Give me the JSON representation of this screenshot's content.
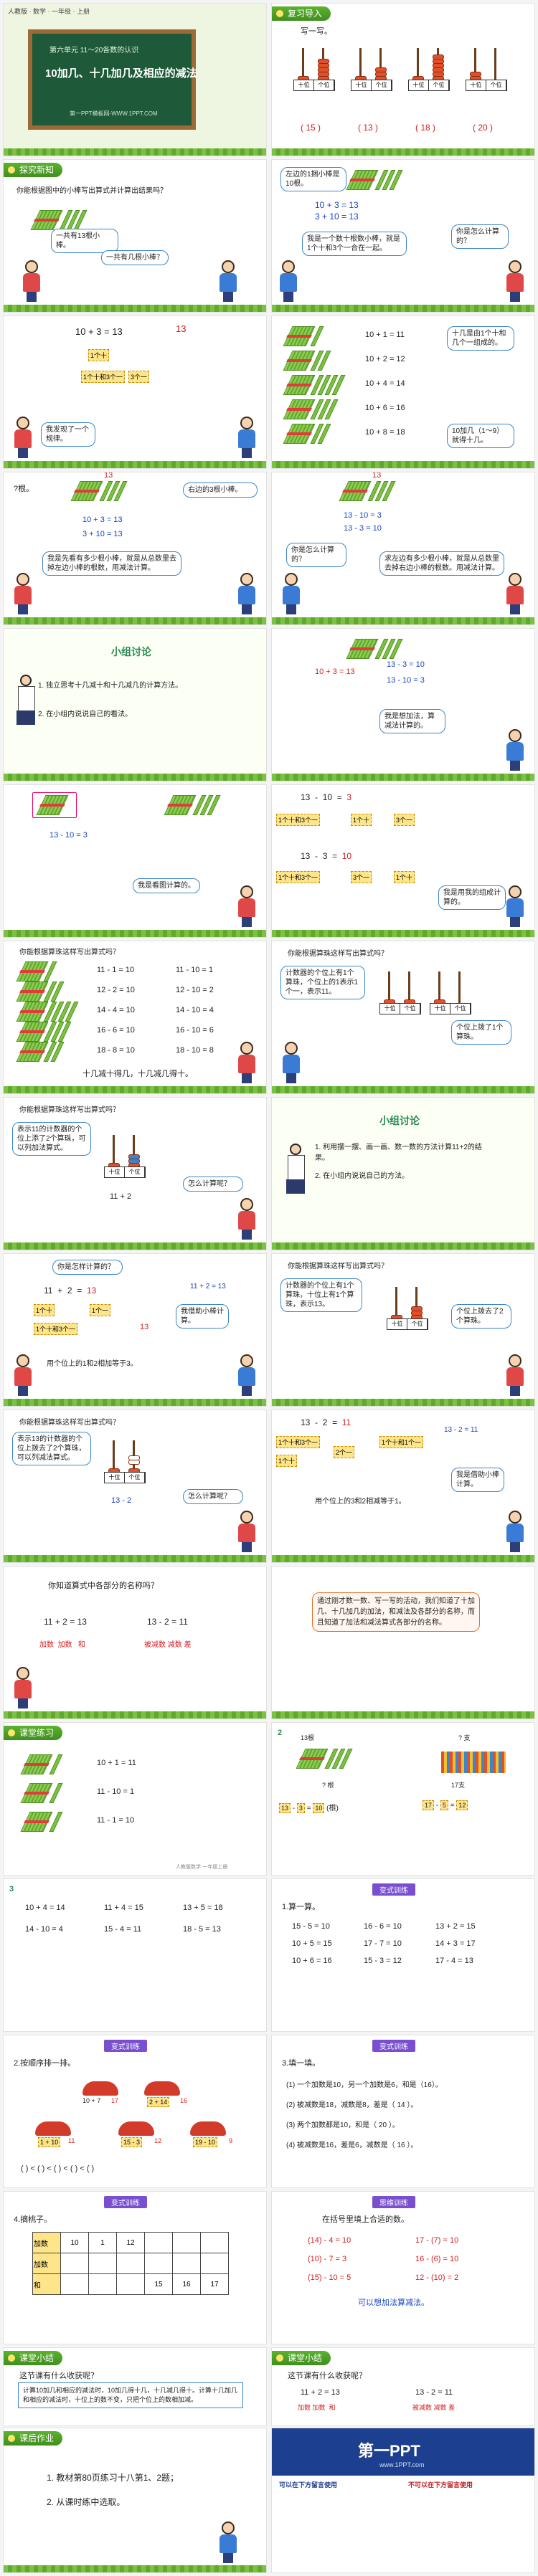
{
  "title_slide": {
    "breadcrumb": "人教版 · 数学 · 一年级 · 上册",
    "unit": "第六单元 11～20各数的认识",
    "lesson": "10加几、十几加几及相应的减法",
    "footer": "第一PPT模板网-WWW.1PPT.COM"
  },
  "review": {
    "header": "复习导入",
    "prompt": "写一写。",
    "labels": [
      "十位",
      "个位"
    ],
    "answers": [
      "15",
      "13",
      "18",
      "20"
    ]
  },
  "explore1": {
    "header": "探究新知",
    "question": "你能根据图中的小棒写出算式并计算出结果吗？",
    "bubble1": "一共有13根小棒。",
    "bubble2": "一共有几根小棒？",
    "eq1": "10 + 3 = 13",
    "bubble3": "左边的1捆小棒是10根。",
    "eq2": "10 + 3 = 13",
    "eq3": "3 + 10 = 13",
    "bubble4": "我是一个数十根数小棒，就是1个十和3个一合在一起。",
    "bubble5": "你是怎么计算的？",
    "red13": "13",
    "labels": {
      "ten": "1个十",
      "ten_three": "1个十和3个一",
      "three": "3个一"
    }
  },
  "explore2": {
    "bubble": "我发现了一个规律。",
    "rows": [
      "10 + 1 = 11",
      "10 + 2 = 12",
      "10 + 4 = 14",
      "10 + 6 = 16",
      "10 + 8 = 18"
    ],
    "bubble_right1": "十几是由1个十和几个一组成的。",
    "bubble_right2": "你是怎么计算的？",
    "bubble_right3": "10加几（1～9）就得十几。"
  },
  "explore3": {
    "q": "?根。",
    "red13": "13",
    "bubble1": "右边的3根小棒。",
    "eq1": "10 + 3 = 13",
    "eq2": "3 + 10 = 13",
    "bubble2": "我是先看有多少根小棒，就是从总数里去掉左边小棒的根数，用减法计算。",
    "bubble3": "你是怎么计算的？",
    "eq3": "13 - 10 = 3",
    "eq4": "13 - 3 = 10",
    "bubble4": "求左边有多少根小棒，就是从总数里去掉右边小棒的根数。用减法计算。"
  },
  "discuss1": {
    "title": "小组讨论",
    "items": [
      "1. 独立思考十几减十和十几减几的计算方法。",
      "2. 在小组内说说自己的看法。"
    ],
    "eq1": "10 + 3 = 13",
    "eq2": "13 - 3 = 10",
    "eq3": "13 - 10 = 3",
    "bubble": "我是想加法，算减法计算的。"
  },
  "discuss2": {
    "eq_left": "13 - 10 = 3",
    "bubble_left": "我是看图计算的。",
    "eq_a": [
      "13",
      "-",
      "10",
      "=",
      "3"
    ],
    "eq_b": [
      "13",
      "-",
      "3",
      "=",
      "10"
    ],
    "labels": [
      "1个十和3个一",
      "1个十",
      "3个一"
    ],
    "bubble_right": "我是用我的组成计算的。"
  },
  "practice_sub": {
    "question": "你能根据算珠这样写出算式吗？",
    "left_col": [
      "11 - 1 = 10",
      "12 - 2 = 10",
      "14 - 4 = 10",
      "16 - 6 = 10",
      "18 - 8 = 10"
    ],
    "right_col": [
      "11 - 10 = 1",
      "12 - 10 = 2",
      "14 - 10 = 4",
      "16 - 10 = 6",
      "18 - 10 = 8"
    ],
    "summary": "十几减十得几，十几减几得十。",
    "bubble1": "计数器的个位上有1个算珠，个位上的1表示1个一，表示11。",
    "bubble2": "个位上拨了1个算珠。",
    "labels": [
      "十位",
      "个位"
    ]
  },
  "abacus1": {
    "question": "你能根据算珠这样写出算式吗？",
    "bubble1": "表示11的计数器的个位上添了2个算珠，可以列加法算式。",
    "bubble2": "怎么计算呢？",
    "eq": "11 + 2",
    "labels": [
      "十位",
      "个位"
    ]
  },
  "discuss3": {
    "title": "小组讨论",
    "items": [
      "1. 利用摆一摆、画一画、数一数的方法计算11+2的结果。",
      "2. 在小组内说说自己的方法。"
    ]
  },
  "abacus2": {
    "bubble1": "你是怎样计算的？",
    "eq": [
      "11",
      "+",
      "2",
      "=",
      "13"
    ],
    "labels": [
      "1个十",
      "1个十和3个一",
      "1个一"
    ],
    "red": "13",
    "note": "用个位上的1和2相加等于3。",
    "bubble2": "我借助小棒计算。",
    "eq_right": "11 + 2 = 13",
    "q_right": "你能根据算珠这样写出算式吗？",
    "bubble3": "计数器的个位上有1个算珠，十位上有1个算珠，表示13。",
    "bubble4": "个位上拨去了2个算珠。",
    "labels_base": [
      "十位",
      "个位"
    ]
  },
  "abacus3": {
    "question": "你能根据算珠这样写出算式吗？",
    "bubble1": "表示13的计数器的个位上拨去了2个算珠，可以列减法算式。",
    "bubble2": "怎么计算呢？",
    "eq": "13 - 2",
    "labels_base": [
      "十位",
      "个位"
    ],
    "eq_right": [
      "13",
      "-",
      "2",
      "=",
      "11"
    ],
    "labels_right": [
      "1个十和3个一",
      "2个一",
      "1个十和1个一",
      "1个十"
    ],
    "note": "用个位上的3和2相减等于1。",
    "bubble3": "我是借助小棒计算。",
    "eq_small": "13 - 2 = 11"
  },
  "names": {
    "question": "你知道算式中各部分的名称吗？",
    "add": [
      "11",
      "+",
      "2",
      "=",
      "13"
    ],
    "sub": [
      "13",
      "-",
      "2",
      "=",
      "11"
    ],
    "add_names": [
      "加数",
      "加数",
      "和"
    ],
    "sub_names": [
      "被减数",
      "减数",
      "差"
    ],
    "summary": "通过刚才数一数、写一写的活动，我们知道了十加几、十几加几的加法，和减法及各部分的名称，而且知道了加法和减法算式各部分的名称。"
  },
  "exercise1": {
    "header": "课堂练习",
    "rows": [
      [
        "10 + 1 = 11",
        "11 - 1 = 10"
      ],
      [
        "11 - 10 = 1",
        "11 - 1 = 10"
      ]
    ],
    "left_eqs": [
      "10 + 1 = 11",
      "11 - 10 = 1",
      "11 - 1 = 10"
    ],
    "footer": "人教版数学·一年级上册"
  },
  "exercise2": {
    "num": "2",
    "label_13": "13根",
    "label_q": "? 支",
    "label_17": "17支",
    "q1": "? 根",
    "eq_left": [
      "13",
      "-",
      "3",
      "=",
      "10",
      "(根)"
    ],
    "eq_right": [
      "17",
      "-",
      "5",
      "=",
      "12"
    ]
  },
  "exercise3": {
    "num": "3",
    "rows": [
      [
        "10 + 4 = 14",
        "11 + 4 = 15",
        "13 + 5 = 18"
      ],
      [
        "14 - 10 = 4",
        "15 - 4 = 11",
        "18 - 5 = 13"
      ]
    ],
    "bubble_head": "变式训练",
    "title": "1.算一算。",
    "calc": [
      [
        "15 - 5 = 10",
        "16 - 6 = 10",
        "13 + 2 = 15"
      ],
      [
        "10 + 5 = 15",
        "17 - 7 = 10",
        "14 + 3 = 17"
      ],
      [
        "10 + 6 = 16",
        "15 - 3 = 12",
        "17 - 4 = 13"
      ]
    ]
  },
  "variant2": {
    "tag": "变式训练",
    "title": "2.按顺序排一排。",
    "hats": [
      "10 + 7",
      "17",
      "2 + 14",
      "16",
      "1 + 10",
      "11",
      "15 - 3",
      "12",
      "19 - 10",
      "9"
    ],
    "order": [
      "(  )",
      "<",
      "(  )",
      "<",
      "(  )",
      "<",
      "(  )",
      "<",
      "(  )"
    ]
  },
  "variant3": {
    "tag": "变式训练",
    "title": "3.填一填。",
    "items": [
      "(1) 一个加数是10，另一个加数是6，和是（16）。",
      "(2) 被减数是18，减数是8，差是（ 14 ）。",
      "(3) 两个加数都是10，和是（ 20 ）。",
      "(4) 被减数是16，差是6，减数是（ 16 ）。"
    ]
  },
  "variant4": {
    "tag": "变式训练",
    "title": "4.摘桃子。",
    "row_labels": [
      "加数",
      "加数",
      "和"
    ],
    "grid": [
      [
        "10",
        "1",
        "12",
        "",
        "",
        ""
      ],
      [
        "",
        "",
        "",
        "",
        "",
        ""
      ],
      [
        "",
        "",
        "",
        "15",
        "16",
        "17"
      ]
    ]
  },
  "thinking": {
    "tag": "思维训练",
    "title": "在括号里填上合适的数。",
    "left": [
      "(14) - 4 = 10",
      "(10) - 7 = 3",
      "(15) - 10 = 5"
    ],
    "right": [
      "17 - (7) = 10",
      "16 - (6) = 10",
      "12 - (10) = 2"
    ],
    "note": "可以想加法算减法。"
  },
  "summary1": {
    "header": "课堂小结",
    "question": "这节课有什么收获呢？",
    "text": "计算10加几和相应的减法时，10加几得十几，十几减几得十。计算十几加几和相应的减法时，十位上的数不变，只把个位上的数相加减。"
  },
  "summary2": {
    "header": "课堂小结",
    "question": "这节课有什么收获呢？",
    "add": [
      "11",
      "+",
      "2",
      "=",
      "13"
    ],
    "sub": [
      "13",
      "-",
      "2",
      "=",
      "11"
    ],
    "add_names": [
      "加数",
      "加数",
      "和"
    ],
    "sub_names": [
      "被减数",
      "减数",
      "差"
    ]
  },
  "homework": {
    "header": "课后作业",
    "items": [
      "1. 教材第80页练习十八第1、2题；",
      "2. 从课时练中选取。"
    ]
  },
  "ad": {
    "logo": "第一PPT",
    "url": "www.1PPT.com",
    "left_title": "可以在下方留言使用",
    "right_title": "不可以在下方留言使用"
  },
  "colors": {
    "header": "#4aa12a",
    "red": "#d21f1f",
    "blue": "#1a44c2",
    "board": "#1e5a3a"
  }
}
